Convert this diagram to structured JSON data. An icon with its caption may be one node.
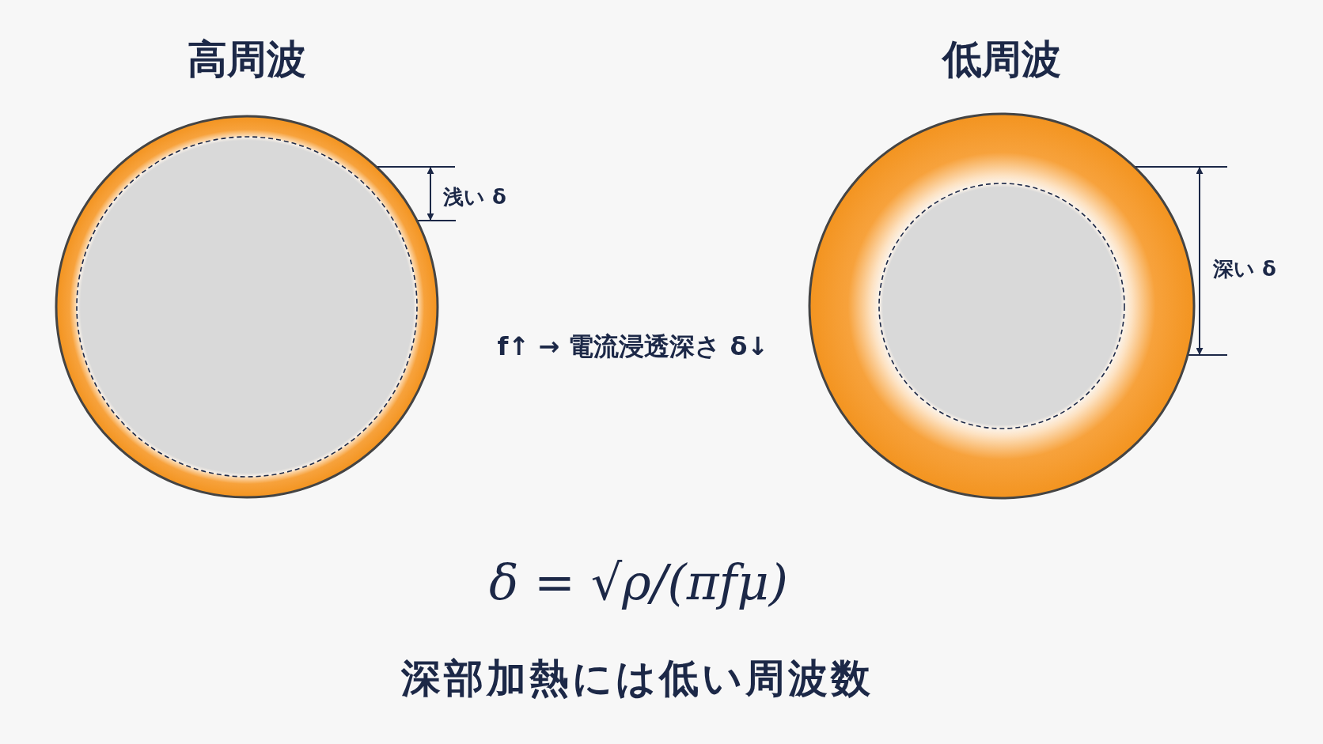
{
  "diagram": {
    "caption": "深部加熱には低い周波数",
    "nodes": [
      {
        "text": [
          "高周波"
        ]
      },
      {
        "text": [
          "低周波"
        ]
      }
    ],
    "labels": [
      "浅い δ",
      "f↑ → 電流浸透深さ δ↓",
      "深い δ",
      "δ = √ρ/(πfμ)"
    ]
  }
}
